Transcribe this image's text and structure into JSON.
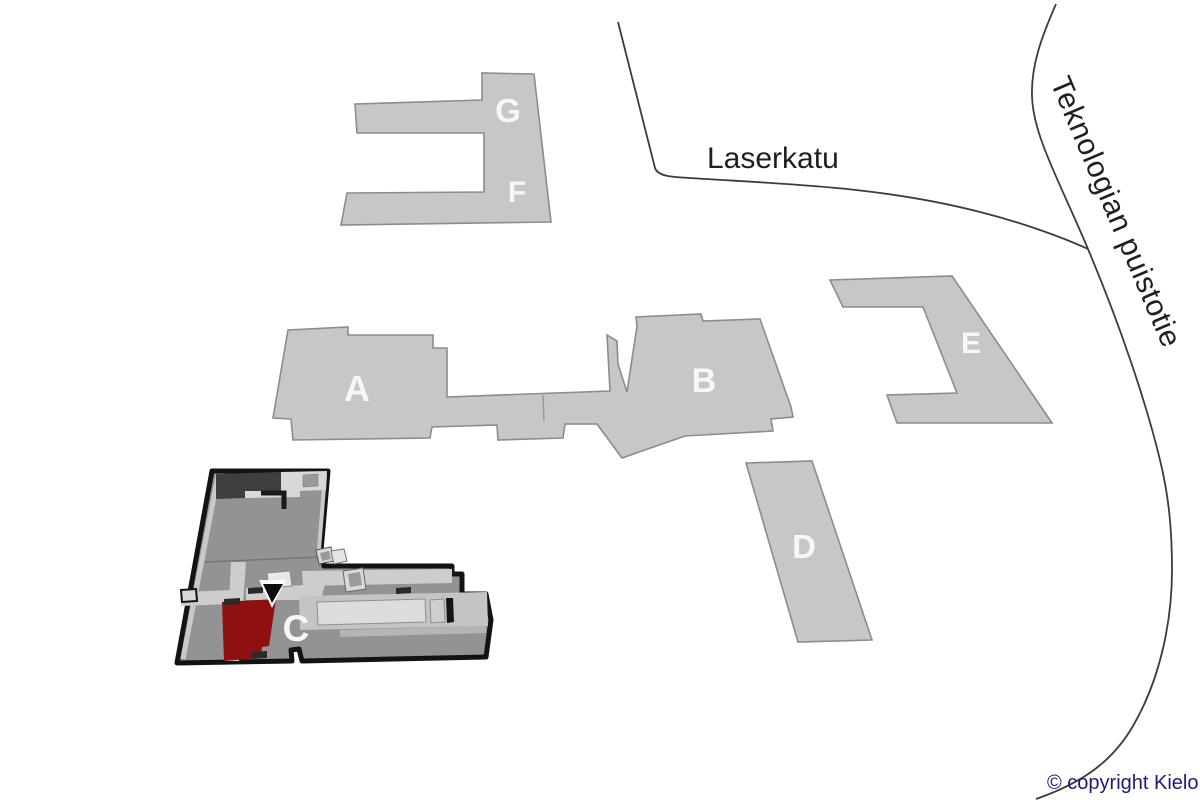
{
  "map": {
    "streets": {
      "laserkatu": "Laserkatu",
      "teknologian_puistotie": "Teknologian puistotie"
    },
    "buildings": {
      "a": "A",
      "b": "B",
      "c": "C",
      "d": "D",
      "e": "E",
      "f": "F",
      "g": "G"
    },
    "highlight": {
      "building": "C",
      "marker": "down-arrow",
      "room_color": "#8f1010"
    },
    "copyright": "© copyright Kielo",
    "colors": {
      "building_fill": "#c7c7c7",
      "building_stroke": "#8c8c8c",
      "road_line": "#3c3c3c",
      "street_label": "#1f1f1f",
      "building_label": "#f7f7f7",
      "copyright_text": "#1c1c78",
      "plan_outline": "#131313",
      "plan_base": "#939393",
      "plan_light": "#cdcdcd",
      "plan_dark": "#3f3f3f",
      "highlight_red": "#8f1010"
    }
  }
}
